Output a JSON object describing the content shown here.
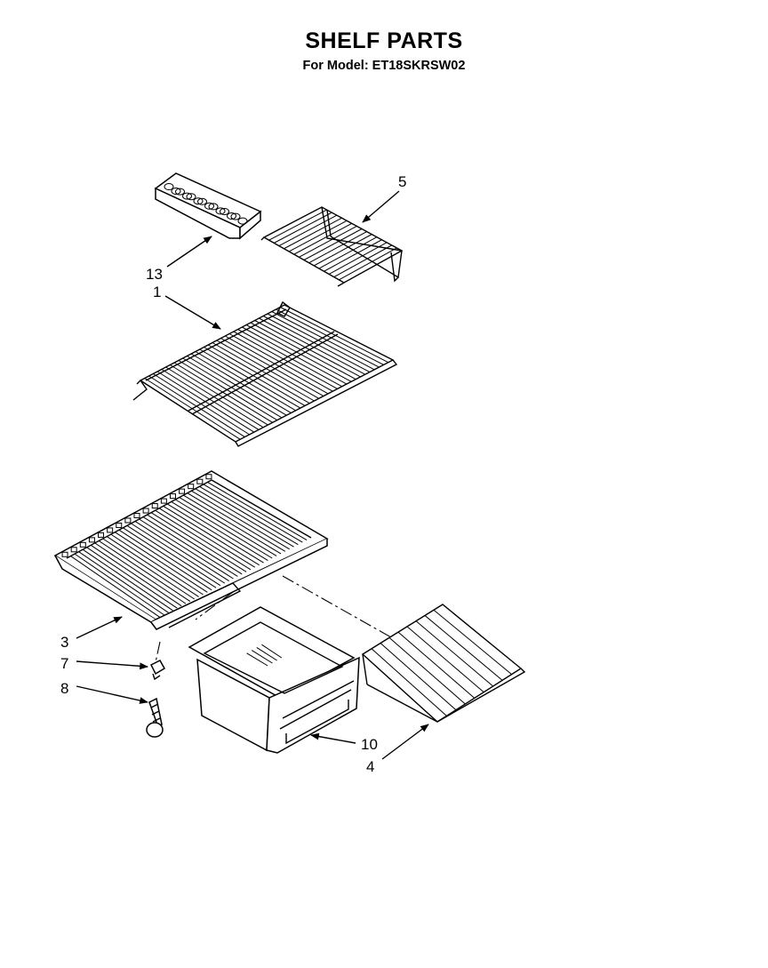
{
  "header": {
    "title": "SHELF PARTS",
    "subtitle": "For Model: ET18SKRSW02"
  },
  "callouts": {
    "c1": "1",
    "c3": "3",
    "c4": "4",
    "c5": "5",
    "c7": "7",
    "c8": "8",
    "c10": "10",
    "c13": "13"
  }
}
